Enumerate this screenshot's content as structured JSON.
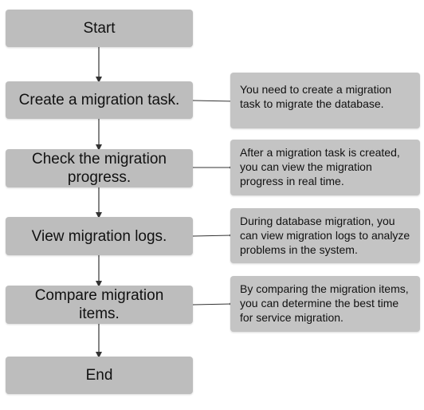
{
  "steps": [
    {
      "label": "Start"
    },
    {
      "label": "Create a migration task."
    },
    {
      "label": "Check the migration progress."
    },
    {
      "label": "View migration logs."
    },
    {
      "label": "Compare migration items."
    },
    {
      "label": "End"
    }
  ],
  "notes": [
    {
      "text": "You need to create a migration task to migrate the database."
    },
    {
      "text": "After a migration task is created, you can view the migration progress in real time."
    },
    {
      "text": "During database migration, you can view migration logs to analyze problems in the system."
    },
    {
      "text": "By comparing the migration items, you can determine the best time for service migration."
    }
  ],
  "colors": {
    "box_fill": "#bdbdbd",
    "note_fill": "#c4c4c4",
    "line": "#333333"
  }
}
